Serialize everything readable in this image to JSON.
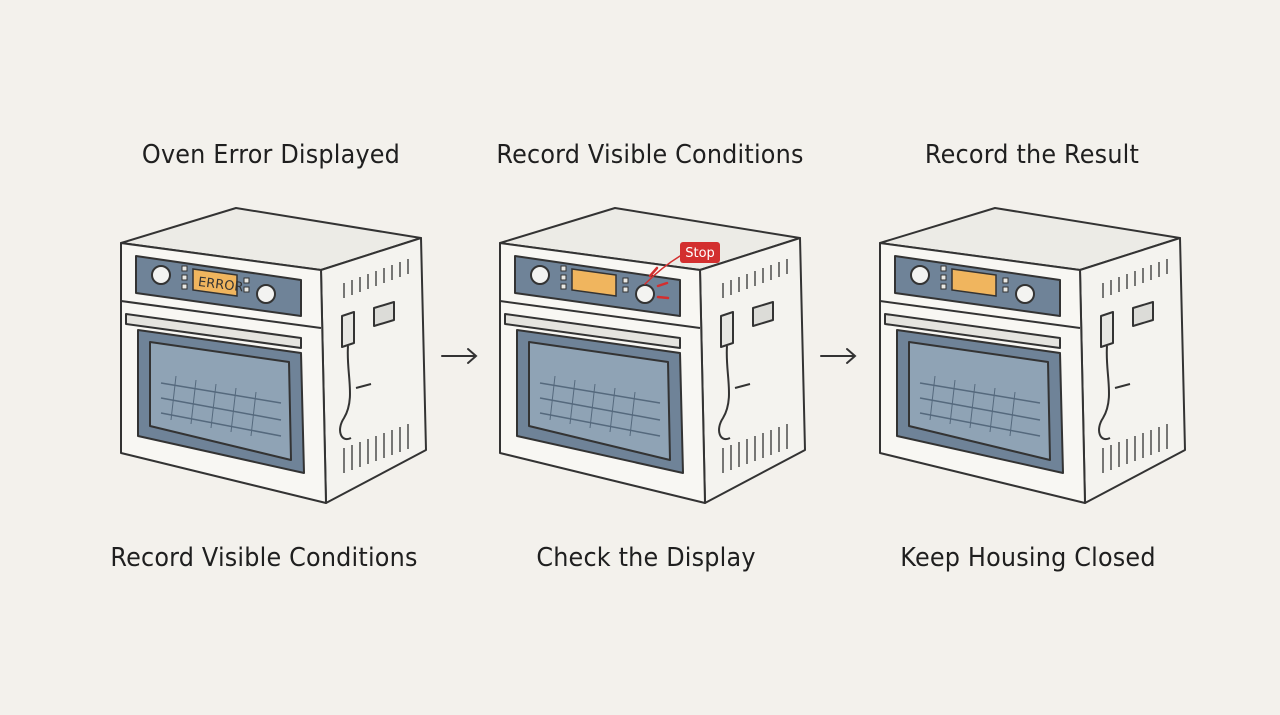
{
  "steps": [
    {
      "title": "Oven Error Displayed",
      "caption": "Record Visible Conditions",
      "display_text": "ERROR"
    },
    {
      "title": "Record Visible Conditions",
      "caption": "Check the Display",
      "callout": "Stop"
    },
    {
      "title": "Record the Result",
      "caption": "Keep Housing Closed"
    }
  ],
  "colors": {
    "background": "#f3f1ec",
    "panel": "#6f8398",
    "display": "#f0b55e",
    "window": "#8fa3b5",
    "callout": "#d32f2f",
    "outline": "#333333"
  },
  "icons": [
    "arrow-right-icon",
    "oven-icon",
    "power-cord-icon"
  ]
}
